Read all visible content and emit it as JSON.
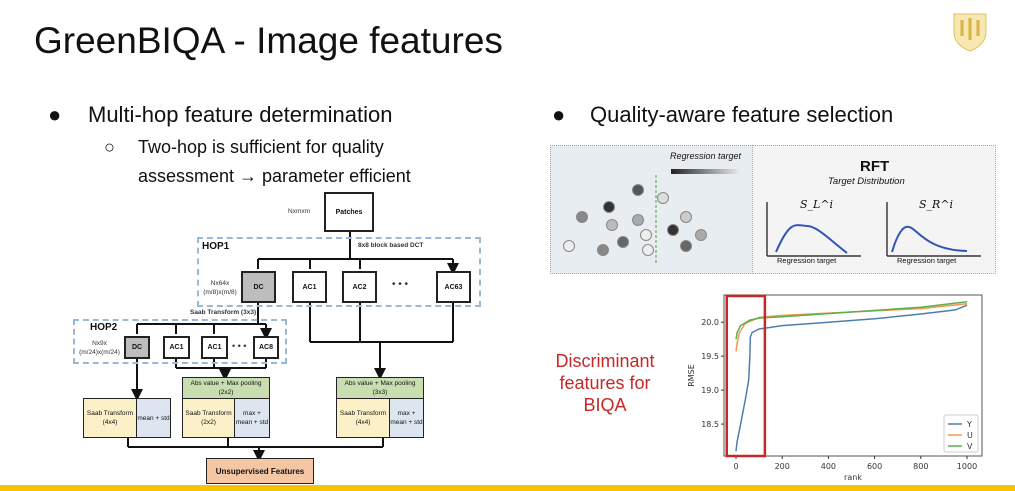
{
  "title": "GreenBIQA - Image features",
  "left": {
    "bullet": "Multi-hop feature determination",
    "sub_line1": "Two-hop is sufficient for quality",
    "sub_line2": "assessment → parameter efficient"
  },
  "right": {
    "bullet": "Quality-aware feature selection",
    "callout": "Discriminant features for BIQA"
  },
  "diagram": {
    "patches": "Patches",
    "patches_dim": "Nxmxm",
    "hop1": "HOP1",
    "dct": "8x8 block based DCT",
    "hop1_dim": "Nx64x (m/8)x(m/8)",
    "hop1_nodes": [
      "DC",
      "AC1",
      "AC2",
      "AC63"
    ],
    "dots": "• • •",
    "saab33": "Saab Transform (3x3)",
    "hop2": "HOP2",
    "hop2_dim": "Nx9x (m/24)x(m/24)",
    "hop2_nodes": [
      "DC",
      "AC1",
      "AC1",
      "AC8"
    ],
    "pool22": "Abs value + Max pooling (2x2)",
    "pool33": "Abs value + Max pooling (3x3)",
    "saab44": "Saab Transform (4x4)",
    "saab22": "Saab Transform (2x2)",
    "meanstd": "mean + std",
    "maxmeanstd": "max + mean + std",
    "output": "Unsupervised Features"
  },
  "rft": {
    "reg_target": "Regression target",
    "title": "RFT",
    "subtitle": "Target Distribution",
    "left_label": "S_L^i",
    "right_label": "S_R^i",
    "axis": "Regression target"
  },
  "colors": {
    "accent": "#f5c400",
    "callout": "#c62828",
    "Y": "#4c7fb0",
    "U": "#ee9a4a",
    "V": "#5cae4e"
  },
  "chart_data": {
    "type": "line",
    "xlabel": "rank",
    "ylabel": "RMSE",
    "xlim": [
      -52,
      1065
    ],
    "ylim": [
      18.03,
      20.4
    ],
    "xticks": [
      0,
      200,
      400,
      600,
      800,
      1000
    ],
    "yticks": [
      18.5,
      19.0,
      19.5,
      20.0
    ],
    "ytick_labels": [
      "18.5",
      "19.0",
      "19.5",
      "20.0"
    ],
    "legend": "bottom-right",
    "highlight_x": [
      -40,
      125
    ],
    "series": [
      {
        "name": "Y",
        "x": [
          0,
          5,
          20,
          40,
          55,
          60,
          62,
          70,
          100,
          200,
          400,
          600,
          800,
          950,
          1000
        ],
        "y": [
          18.1,
          18.25,
          18.5,
          18.85,
          19.15,
          19.5,
          19.78,
          19.85,
          19.9,
          19.95,
          20.0,
          20.05,
          20.12,
          20.18,
          20.25
        ]
      },
      {
        "name": "U",
        "x": [
          0,
          5,
          15,
          40,
          100,
          200,
          500,
          800,
          1000
        ],
        "y": [
          19.57,
          19.7,
          19.85,
          19.98,
          20.07,
          20.1,
          20.15,
          20.2,
          20.27
        ]
      },
      {
        "name": "V",
        "x": [
          0,
          5,
          20,
          60,
          100,
          200,
          500,
          800,
          1000
        ],
        "y": [
          19.75,
          19.85,
          19.95,
          20.03,
          20.06,
          20.08,
          20.15,
          20.22,
          20.3
        ]
      }
    ]
  }
}
